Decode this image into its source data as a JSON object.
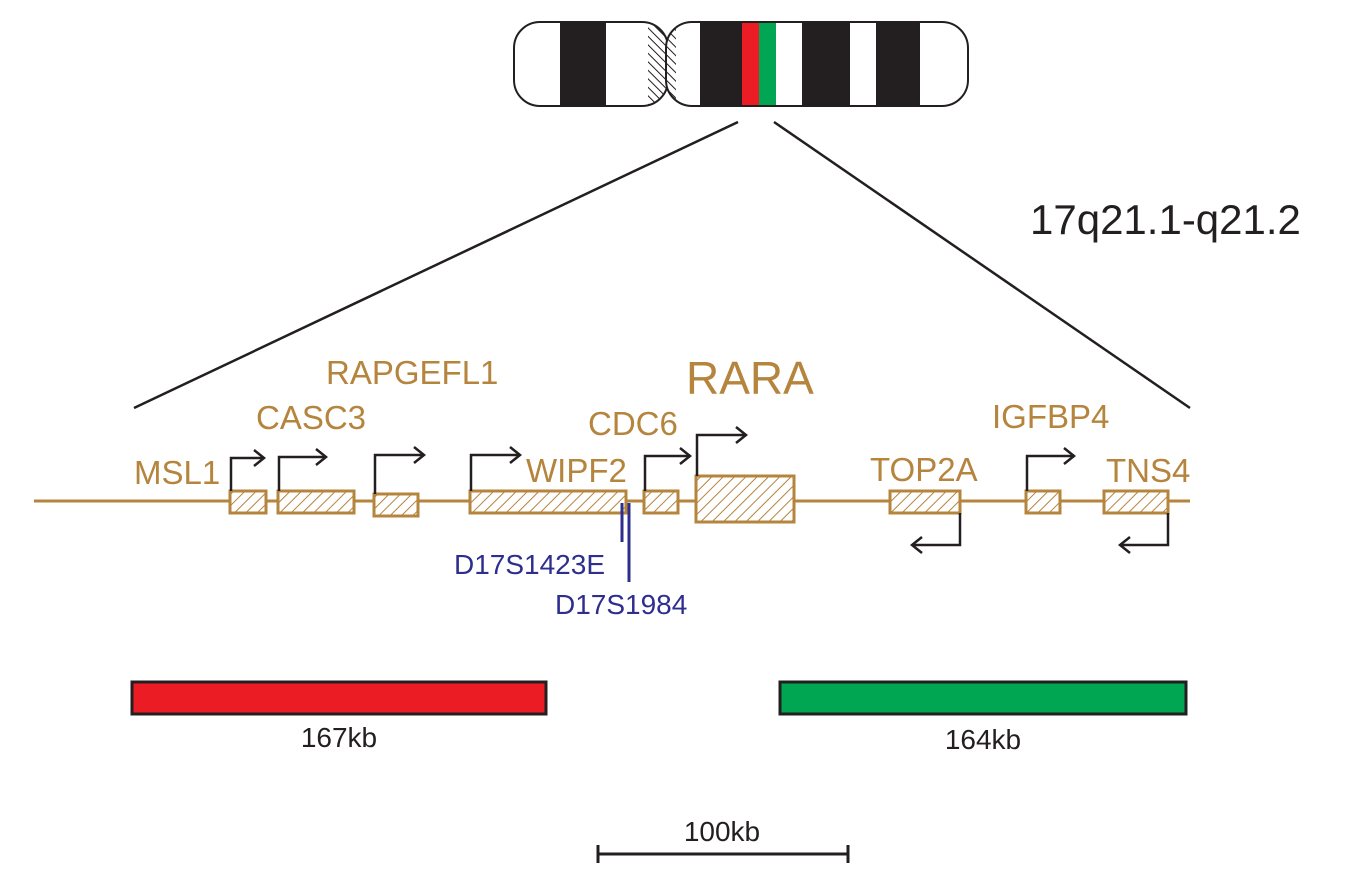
{
  "region": {
    "label": "17q21.1-q21.2"
  },
  "genes": [
    {
      "id": "msl1",
      "label": "MSL1",
      "strand": "+"
    },
    {
      "id": "casc3",
      "label": "CASC3",
      "strand": "+"
    },
    {
      "id": "rapgefl1",
      "label": "RAPGEFL1",
      "strand": "+"
    },
    {
      "id": "wipf2",
      "label": "WIPF2",
      "strand": "+"
    },
    {
      "id": "cdc6",
      "label": "CDC6",
      "strand": "+"
    },
    {
      "id": "rara",
      "label": "RARA",
      "strand": "+"
    },
    {
      "id": "top2a",
      "label": "TOP2A",
      "strand": "-"
    },
    {
      "id": "igfbp4",
      "label": "IGFBP4",
      "strand": "+"
    },
    {
      "id": "tns4",
      "label": "TNS4",
      "strand": "-"
    }
  ],
  "markers": [
    {
      "id": "d17s1423e",
      "label": "D17S1423E"
    },
    {
      "id": "d17s1984",
      "label": "D17S1984"
    }
  ],
  "probes": [
    {
      "id": "red",
      "label": "167kb",
      "color": "#ec1c24"
    },
    {
      "id": "green",
      "label": "164kb",
      "color": "#00a651"
    }
  ],
  "scale_bar": {
    "label": "100kb"
  },
  "colors": {
    "gene": "#b5843d",
    "marker": "#2e2e8f",
    "ink": "#231f20",
    "band_dark": "#231f20",
    "probe_red": "#ec1c24",
    "probe_green": "#00a651"
  }
}
